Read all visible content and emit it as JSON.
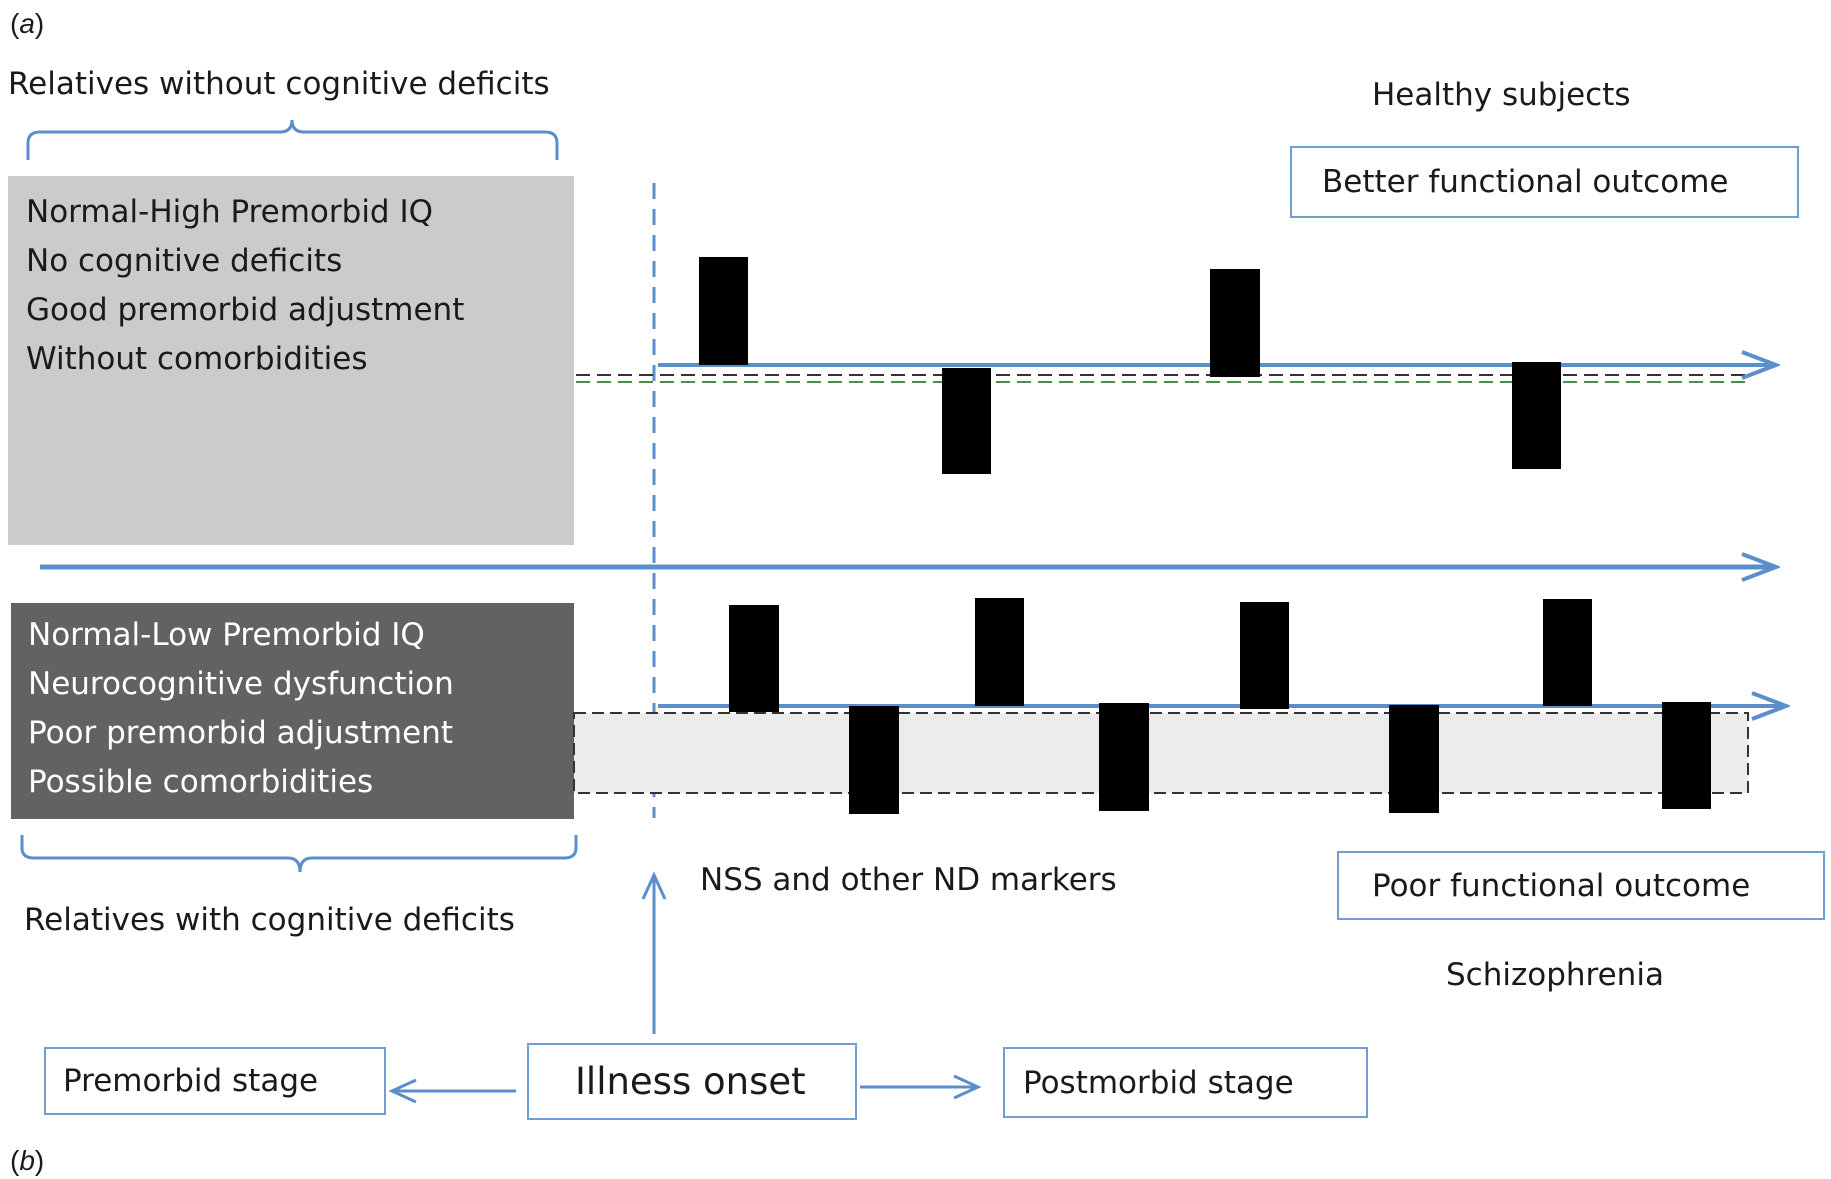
{
  "panel_labels": {
    "a": "a",
    "b": "b"
  },
  "top_group": {
    "brace_label": "Relatives without cognitive deficits",
    "lines": [
      "Normal-High Premorbid IQ",
      "No cognitive deficits",
      "Good premorbid adjustment",
      "Without comorbidities"
    ]
  },
  "bottom_group": {
    "brace_label": "Relatives with cognitive deficits",
    "lines": [
      "Normal-Low Premorbid IQ",
      "Neurocognitive dysfunction",
      "Poor premorbid adjustment",
      "Possible comorbidities"
    ]
  },
  "healthy_label": "Healthy subjects",
  "better_outcome": "Better functional outcome",
  "poor_outcome": "Poor functional outcome",
  "schizophrenia_label": "Schizophrenia",
  "markers_label": "NSS and other ND markers",
  "timeline": {
    "premorbid": "Premorbid stage",
    "onset": "Illness onset",
    "postmorbid": "Postmorbid stage"
  },
  "colors": {
    "arrow": "#5b8fcb",
    "light_box": "#cbcbcb",
    "dark_box": "#626262",
    "marker": "#000000"
  }
}
